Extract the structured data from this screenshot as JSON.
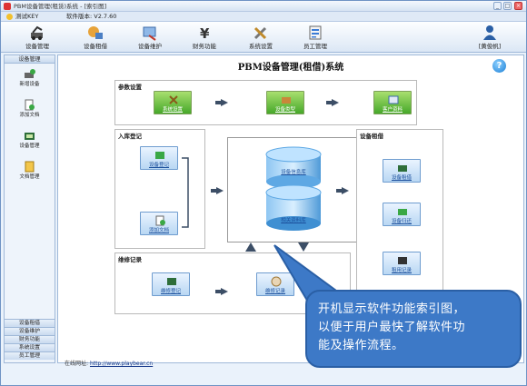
{
  "window": {
    "title": "PBM设备管理(租赁)系统 - [索引图]",
    "controls": [
      "_",
      "□",
      "×"
    ]
  },
  "infobar": {
    "key_label": "测试KEY",
    "version_label": "软件版本:",
    "version": "V2.7.60"
  },
  "toolbar": [
    {
      "label": "设备管理",
      "icon": "equipment-icon"
    },
    {
      "label": "设备租借",
      "icon": "lease-icon"
    },
    {
      "label": "设备维护",
      "icon": "maintain-icon"
    },
    {
      "label": "财务功能",
      "icon": "yen-icon"
    },
    {
      "label": "系统设置",
      "icon": "tools-icon"
    },
    {
      "label": "员工管理",
      "icon": "staff-icon"
    },
    {
      "label": "[黄俊帆]",
      "icon": "user-icon"
    }
  ],
  "sidebar": {
    "header": "设备管理",
    "items": [
      {
        "label": "新增设备",
        "icon": "add-device-icon"
      },
      {
        "label": "添加文档",
        "icon": "add-doc-icon"
      },
      {
        "label": "设备管理",
        "icon": "device-mgmt-icon"
      },
      {
        "label": "文档管理",
        "icon": "doc-mgmt-icon"
      }
    ],
    "footer": [
      "设备租借",
      "设备维护",
      "财务功能",
      "系统设置",
      "员工管理"
    ]
  },
  "main": {
    "title": "PBM设备管理(租借)系统",
    "help": "?",
    "params": {
      "title": "参数设置",
      "buttons": [
        "系统设置",
        "设备类型",
        "客户资料"
      ]
    },
    "inbound": {
      "title": "入库登记",
      "buttons": [
        "设备登记",
        "添加文档"
      ]
    },
    "database": {
      "top": "设备信息库",
      "bottom": "相关资料库"
    },
    "lease": {
      "title": "设备租借",
      "buttons": [
        "设备租借",
        "设备归还",
        "租用记录"
      ]
    },
    "repair": {
      "title": "维修记录",
      "buttons": [
        "维修登记",
        "维修记录"
      ]
    }
  },
  "footer": {
    "label": "在线网址:",
    "url": "http://www.playbear.cn"
  },
  "callout": {
    "line1": "开机显示软件功能索引图，",
    "line2": "以便于用户最快了解软件功",
    "line3": "能及操作流程。"
  },
  "colors": {
    "accent": "#3d79c7",
    "button_green": "#46a82a",
    "frame": "#6f93c4"
  }
}
